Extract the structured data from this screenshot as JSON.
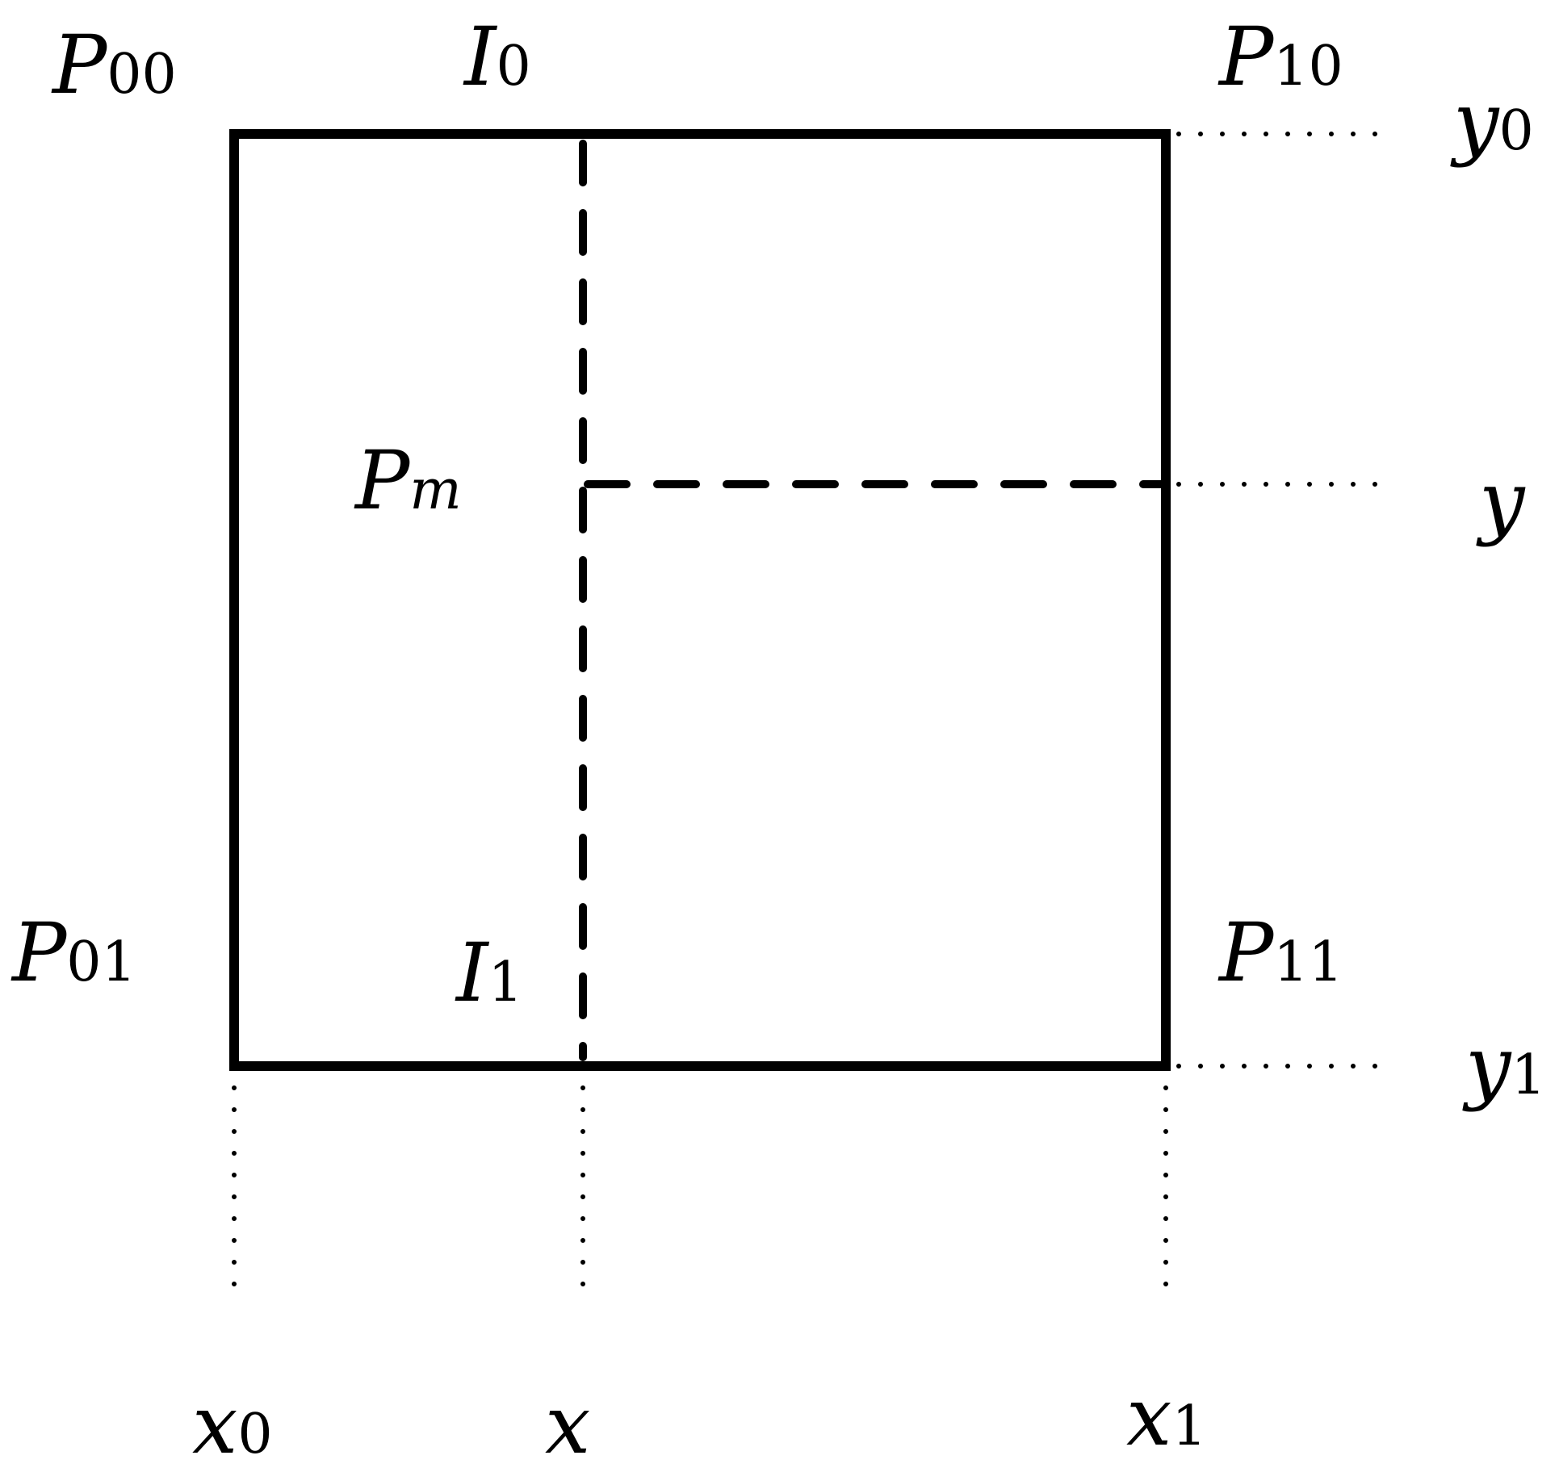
{
  "corners": {
    "p00": {
      "main": "P",
      "sub": "00"
    },
    "p10": {
      "main": "P",
      "sub": "10"
    },
    "p01": {
      "main": "P",
      "sub": "01"
    },
    "p11": {
      "main": "P",
      "sub": "11"
    }
  },
  "interpolated": {
    "i0": {
      "main": "I",
      "sub": "0"
    },
    "i1": {
      "main": "I",
      "sub": "1"
    },
    "pm": {
      "main": "P",
      "sub": "m"
    }
  },
  "axis_labels": {
    "y0": {
      "main": "y",
      "sub": "0"
    },
    "y": {
      "main": "y"
    },
    "y1": {
      "main": "y",
      "sub": "1"
    },
    "x0": {
      "main": "x",
      "sub": "0"
    },
    "x": {
      "main": "x"
    },
    "x1": {
      "main": "x",
      "sub": "1"
    }
  }
}
